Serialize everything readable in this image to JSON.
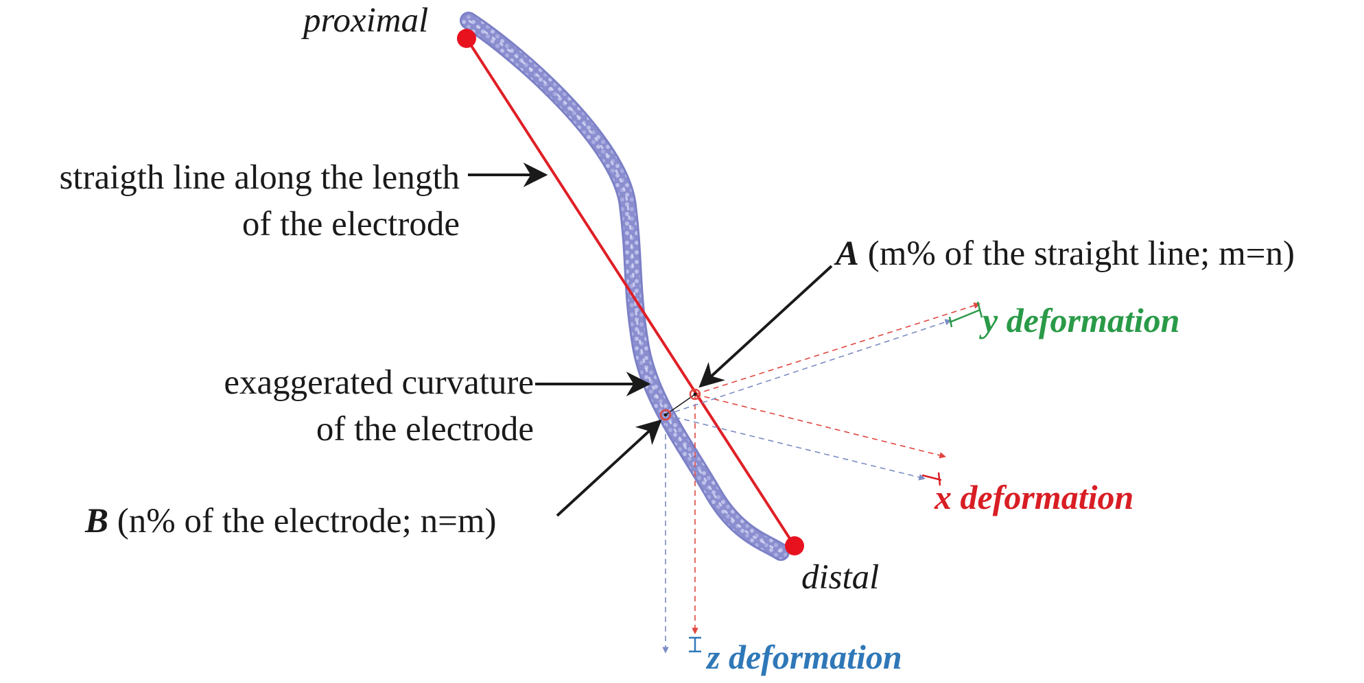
{
  "labels": {
    "proximal": "proximal",
    "distal": "distal",
    "straight_line_1": "straigth line along the length",
    "straight_line_2": "of the electrode",
    "curvature_1": "exaggerated curvature",
    "curvature_2": "of the electrode",
    "point_a_letter": "A",
    "point_a_text": " (m% of the straight line; m=n)",
    "point_b_letter": "B",
    "point_b_text": " (n% of the electrode; n=m)",
    "y_deformation": "y deformation",
    "x_deformation": "x deformation",
    "z_deformation": "z deformation"
  },
  "colors": {
    "electrode": "#8b8fd0",
    "straight_line": "#e01f26",
    "endpoint": "#e8121f",
    "arrow": "#1a1a1a",
    "y_deformation": "#2a9a48",
    "x_deformation": "#d81e24",
    "z_deformation": "#2f78b8",
    "red_dashed": "#e0463e",
    "blue_dashed": "#7b8cc4"
  }
}
